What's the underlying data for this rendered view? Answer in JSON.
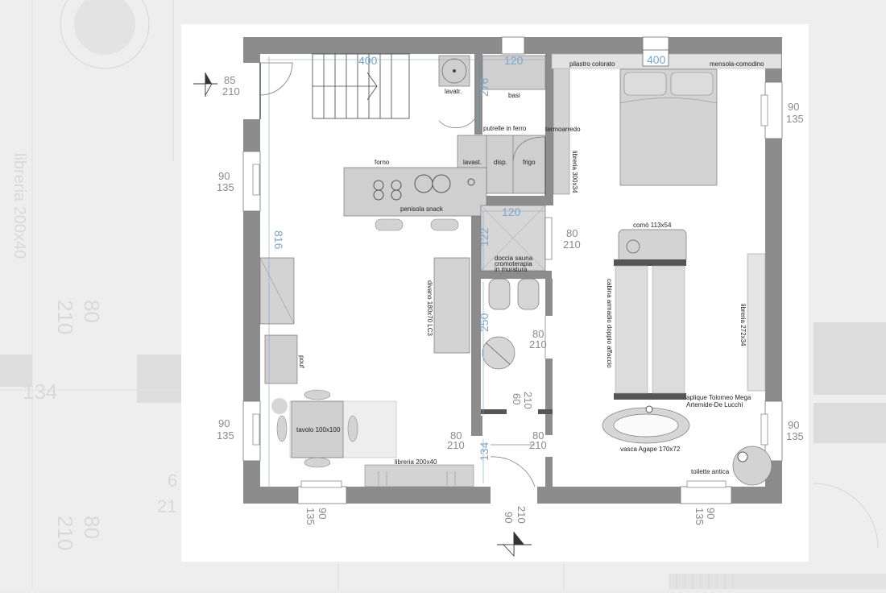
{
  "background_labels": {
    "libreria": "libreria 200x40",
    "d1a": "80",
    "d1b": "210",
    "d2": "134",
    "d3a": "80",
    "d3b": "210",
    "d4a": "6",
    "d4b": "21"
  },
  "dimensions": {
    "top_400": "400",
    "top_120": "120",
    "bed_400": "400",
    "v_276": "276",
    "v_816": "816",
    "shower_120": "120",
    "shower_122": "122",
    "v_250": "250",
    "v_134": "134"
  },
  "openings": {
    "door_entry_a": "85",
    "door_entry_b": "210",
    "win_left_top_a": "90",
    "win_left_top_b": "135",
    "win_left_bot_a": "90",
    "win_left_bot_b": "135",
    "win_bottom_left_a": "90",
    "win_bottom_left_b": "135",
    "door_bottom_a": "90",
    "door_bottom_b": "210",
    "win_bottom_right_a": "90",
    "win_bottom_right_b": "135",
    "win_right_top_a": "90",
    "win_right_top_b": "135",
    "win_right_bot_a": "90",
    "win_right_bot_b": "135",
    "door_bed_a": "80",
    "door_bed_b": "210",
    "door_bath_a": "80",
    "door_bath_b": "210",
    "door_wc_a": "60",
    "door_wc_b": "210",
    "door_hall_a": "80",
    "door_hall_b": "210",
    "door_bedhall_a": "80",
    "door_bedhall_b": "210"
  },
  "labels": {
    "lavatrice": "lavatr.",
    "basi": "basi",
    "putrelle": "putrelle in ferro",
    "termoarredo": "termoarredo",
    "forno": "forno",
    "lavastoviglie": "lavast.",
    "dispensa": "disp.",
    "frigo": "frigo",
    "penisola": "penisola snack",
    "libreria_300": "libreria 300x34",
    "pilastro": "pilastro colorato",
    "mensola": "mensola-comodino",
    "comodino": "comò 113x54",
    "doccia1": "doccia sauna",
    "doccia2": "cromoterapia",
    "doccia3": "in muratura",
    "divano": "divano 180x70 LC3",
    "pouf": "pouf",
    "tavolo": "tavolo 100x100",
    "libreria_200": "libreria 200x40",
    "cabina": "cabina armadio doppio affaccio",
    "libreria_272": "libreria 272x34",
    "aplique1": "aplique Tolomeo Mega",
    "aplique2": "Artemide-De Lucchi",
    "vasca": "vasca Agape 170x72",
    "toilette": "toilette antica"
  }
}
